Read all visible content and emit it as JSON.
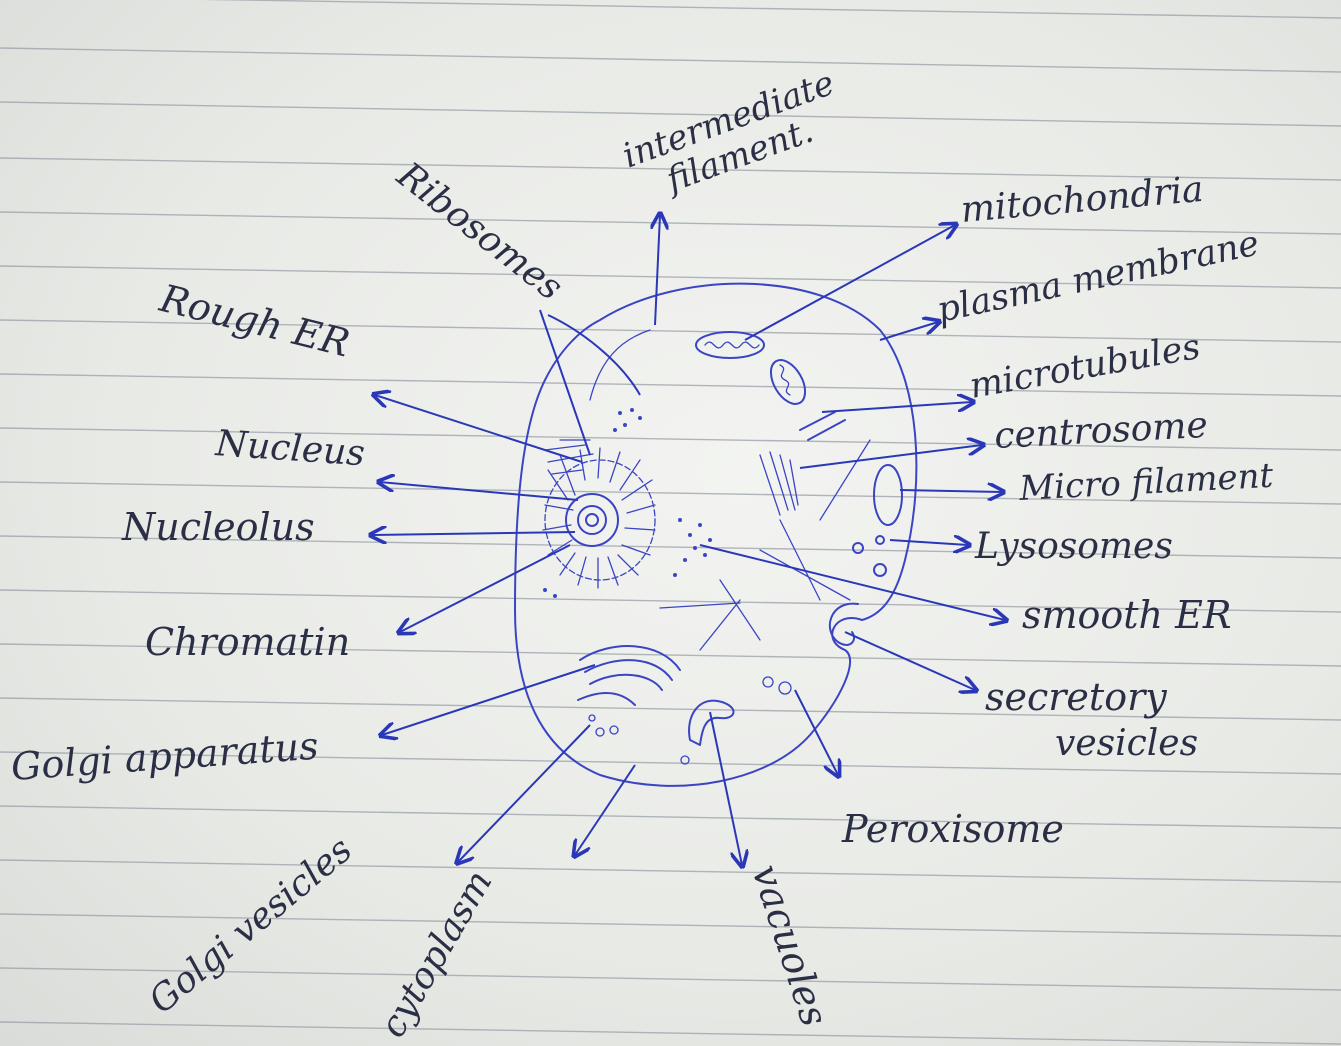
{
  "labels": {
    "intermediate_filament_1": "intermediate",
    "intermediate_filament_2": "filament.",
    "mitochondria": "mitochondria",
    "plasma_membrane": "plasma membrane",
    "microtubules": "microtubules",
    "centrosome": "centrosome",
    "microfilament": "Micro filament",
    "lysosomes": "Lysosomes",
    "smooth_er": "smooth ER",
    "secretory_vesicles_1": "secretory",
    "secretory_vesicles_2": "vesicles",
    "peroxisome": "Peroxisome",
    "vacuoles": "vacuoles",
    "cytoplasm": "cytoplasm",
    "golgi_vesicles": "Golgi vesicles",
    "golgi_apparatus": "Golgi apparatus",
    "chromatin": "Chromatin",
    "nucleolus": "Nucleolus",
    "nucleus": "Nucleus",
    "rough_er": "Rough ER",
    "ribosomes": "Ribosomes"
  },
  "colors": {
    "paper": "#eceeea",
    "rule_line": "#9aa0a8",
    "ink": "#3b45c4",
    "arrow_ink": "#2a38b8",
    "label_ink": "#2b2f45"
  }
}
